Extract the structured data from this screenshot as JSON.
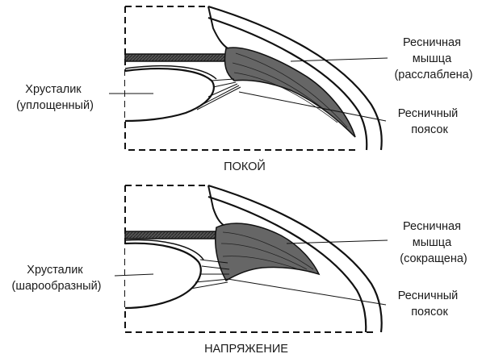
{
  "rest": {
    "caption": "ПОКОЙ",
    "lens_label": [
      "Хрусталик",
      "(уплощенный)"
    ],
    "muscle_label": [
      "Ресничная",
      "мышца",
      "(расслаблена)"
    ],
    "zonule_label": [
      "Ресничный",
      "поясок"
    ]
  },
  "tension": {
    "caption": "НАПРЯЖЕНИЕ",
    "lens_label": [
      "Хрусталик",
      "(шарообразный)"
    ],
    "muscle_label": [
      "Ресничная",
      "мышца",
      "(сокращена)"
    ],
    "zonule_label": [
      "Ресничный",
      "поясок"
    ]
  }
}
